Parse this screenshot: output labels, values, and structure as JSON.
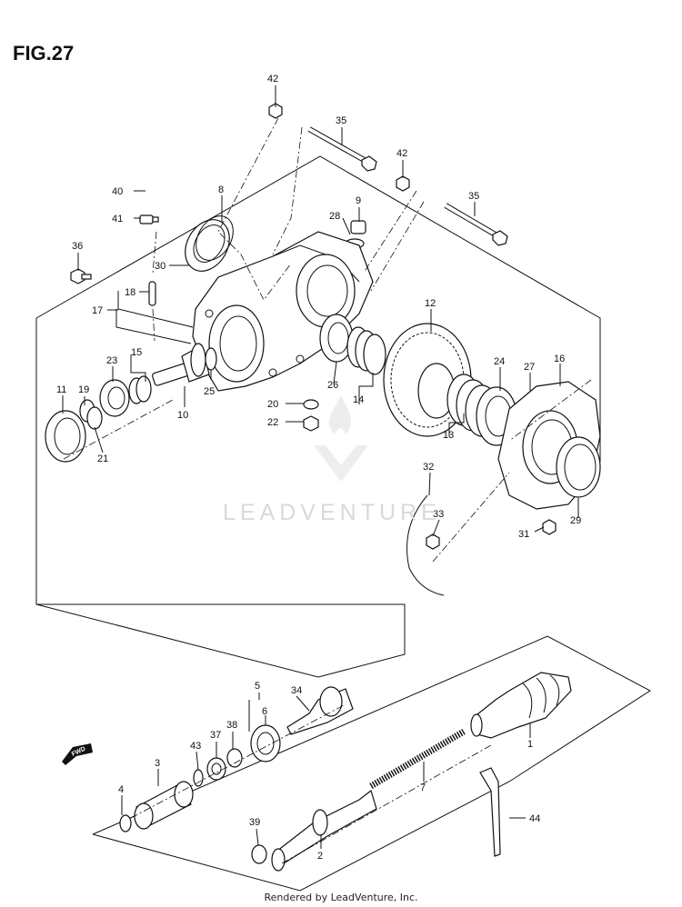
{
  "figure": {
    "title": "FIG.27",
    "footer": "Rendered by LeadVenture, Inc.",
    "watermark": "LEADVENTURE"
  },
  "callouts": [
    "1",
    "2",
    "3",
    "4",
    "5",
    "6",
    "7",
    "8",
    "9",
    "10",
    "11",
    "12",
    "13",
    "14",
    "15",
    "16",
    "17",
    "18",
    "19",
    "20",
    "21",
    "22",
    "23",
    "24",
    "25",
    "26",
    "27",
    "28",
    "29",
    "30",
    "31",
    "32",
    "33",
    "34",
    "35",
    "36",
    "37",
    "38",
    "39",
    "40",
    "41",
    "42",
    "43",
    "44"
  ],
  "icons": {
    "direction": "fwd-arrow-icon",
    "logo": "leadventure-flame-logo"
  },
  "direction_label": "FWD"
}
